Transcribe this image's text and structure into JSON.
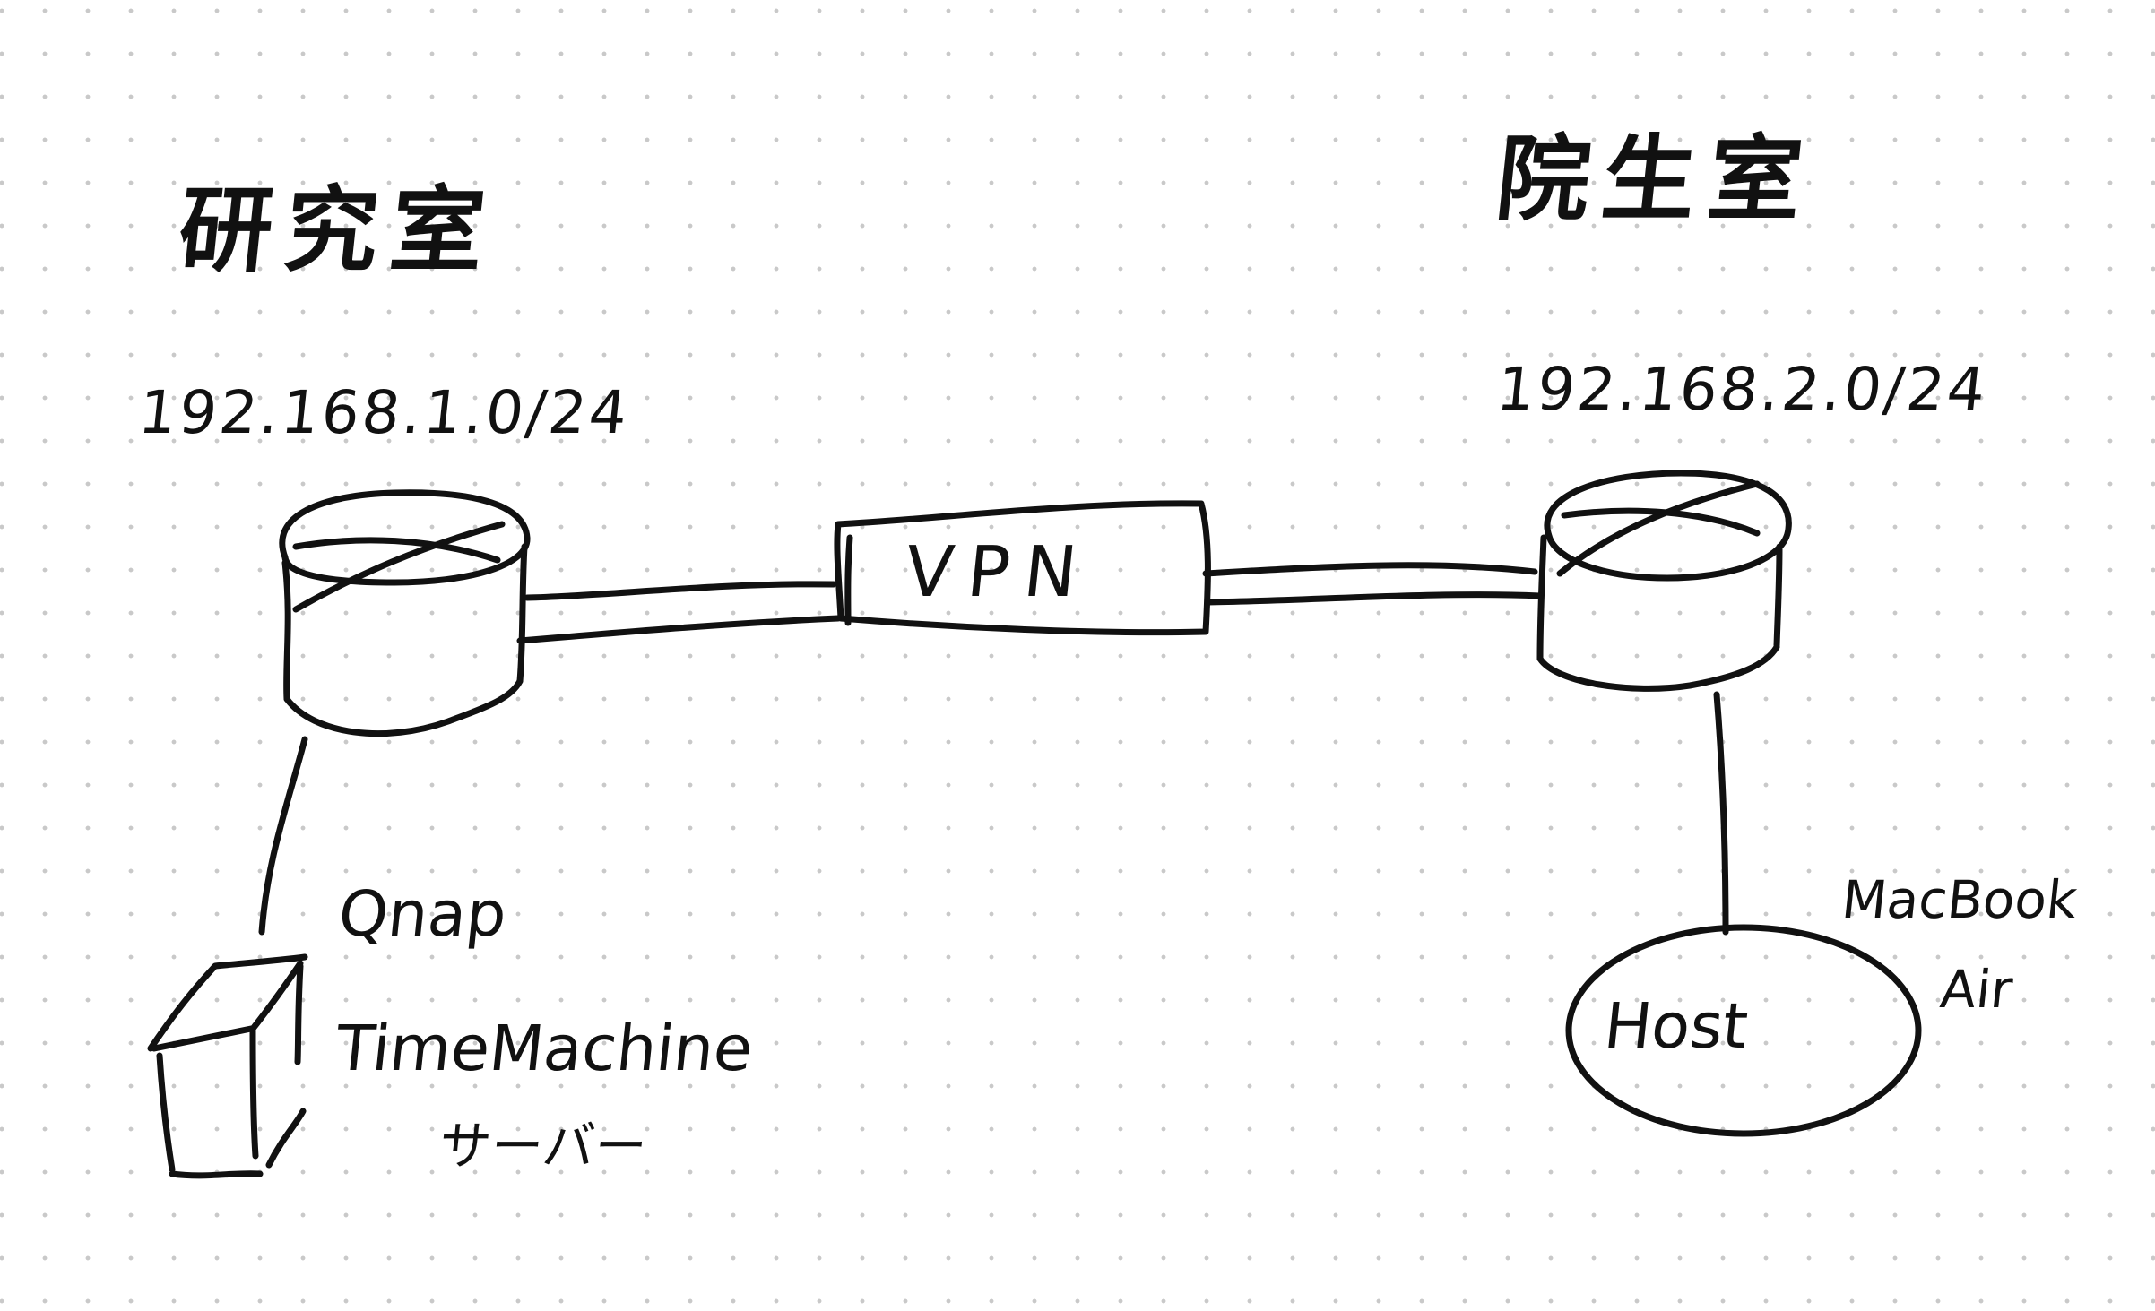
{
  "lab": {
    "title": "研究室",
    "subnet": "192.168.1.0/24",
    "nas_name": "Qnap",
    "nas_role_line1": "TimeMachine",
    "nas_role_line2": "サーバー"
  },
  "grad_room": {
    "title": "院生室",
    "subnet": "192.168.2.0/24",
    "host_label": "Host",
    "host_model_line1": "MacBook",
    "host_model_line2": "Air"
  },
  "vpn": {
    "label": "VPN"
  },
  "colors": {
    "ink": "#111111",
    "paper": "#ffffff",
    "grid_dot": "#c9c9c9"
  },
  "icons": {
    "router": "router-icon",
    "nas": "server-box-icon",
    "host": "host-circle-icon"
  }
}
